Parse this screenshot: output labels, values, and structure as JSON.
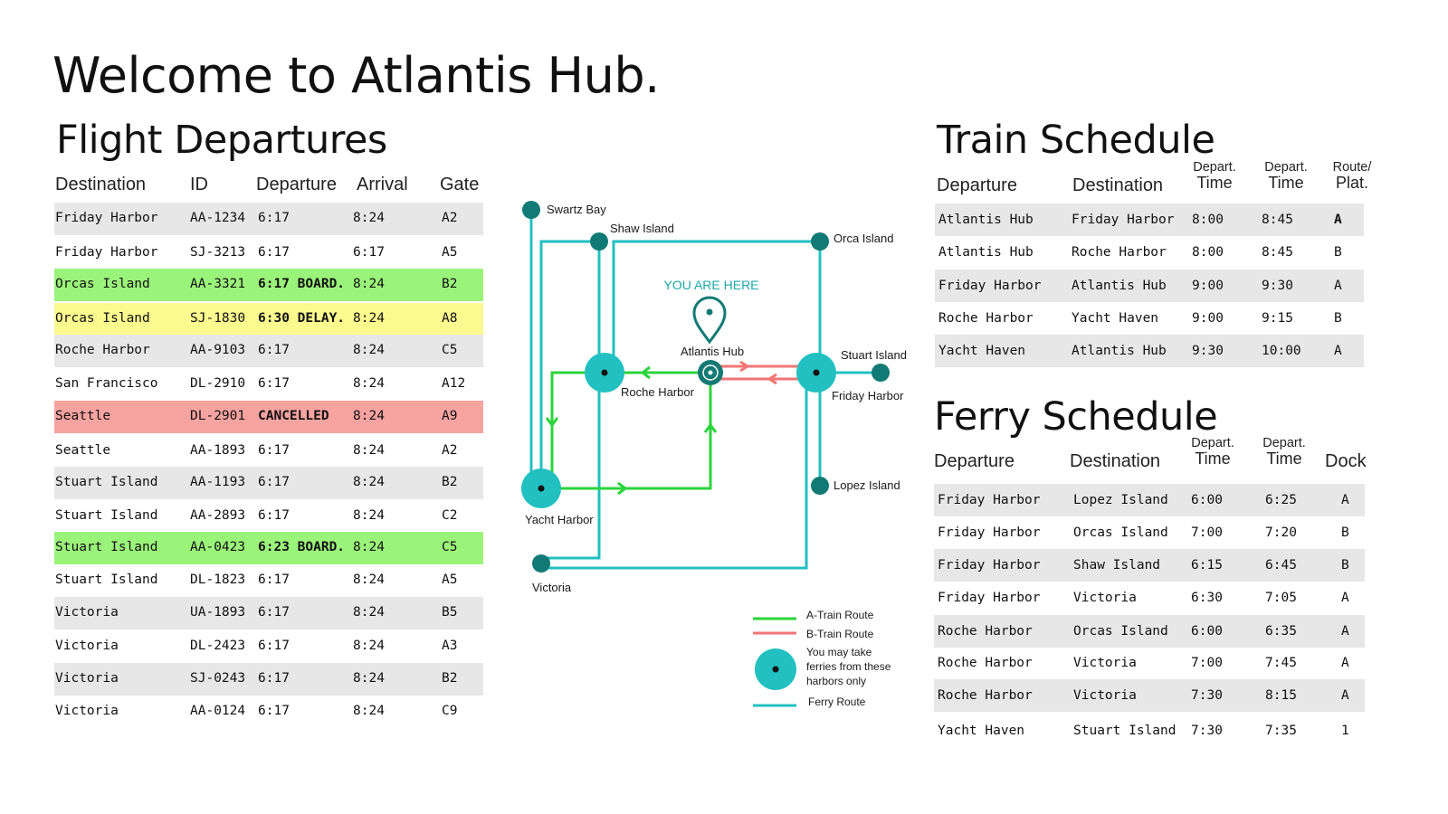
{
  "page": {
    "title": "Welcome to Atlantis Hub."
  },
  "flights": {
    "title": "Flight Departures",
    "headers": {
      "destination": "Destination",
      "id": "ID",
      "departure": "Departure",
      "arrival": "Arrival",
      "gate": "Gate"
    },
    "rows": [
      {
        "destination": "Friday Harbor",
        "id": "AA-1234",
        "departure": "6:17",
        "arrival": "8:24",
        "gate": "A2",
        "highlight": "gray"
      },
      {
        "destination": "Friday Harbor",
        "id": "SJ-3213",
        "departure": "6:17",
        "arrival": "6:17",
        "gate": "A5",
        "highlight": "none"
      },
      {
        "destination": "Orcas Island",
        "id": "AA-3321",
        "departure": "6:17 BOARD.",
        "arrival": "8:24",
        "gate": "B2",
        "highlight": "board"
      },
      {
        "destination": "Orcas Island",
        "id": "SJ-1830",
        "departure": "6:30 DELAY.",
        "arrival": "8:24",
        "gate": "A8",
        "highlight": "delay"
      },
      {
        "destination": "Roche Harbor",
        "id": "AA-9103",
        "departure": "6:17",
        "arrival": "8:24",
        "gate": "C5",
        "highlight": "gray"
      },
      {
        "destination": "San Francisco",
        "id": "DL-2910",
        "departure": "6:17",
        "arrival": "8:24",
        "gate": "A12",
        "highlight": "none"
      },
      {
        "destination": "Seattle",
        "id": "DL-2901",
        "departure": "CANCELLED",
        "arrival": "8:24",
        "gate": "A9",
        "highlight": "cancel"
      },
      {
        "destination": "Seattle",
        "id": "AA-1893",
        "departure": "6:17",
        "arrival": "8:24",
        "gate": "A2",
        "highlight": "none"
      },
      {
        "destination": "Stuart Island",
        "id": "AA-1193",
        "departure": "6:17",
        "arrival": "8:24",
        "gate": "B2",
        "highlight": "gray"
      },
      {
        "destination": "Stuart Island",
        "id": "AA-2893",
        "departure": "6:17",
        "arrival": "8:24",
        "gate": "C2",
        "highlight": "none"
      },
      {
        "destination": "Stuart Island",
        "id": "AA-0423",
        "departure": "6:23 BOARD.",
        "arrival": "8:24",
        "gate": "C5",
        "highlight": "board"
      },
      {
        "destination": "Stuart Island",
        "id": "DL-1823",
        "departure": "6:17",
        "arrival": "8:24",
        "gate": "A5",
        "highlight": "none"
      },
      {
        "destination": "Victoria",
        "id": "UA-1893",
        "departure": "6:17",
        "arrival": "8:24",
        "gate": "B5",
        "highlight": "gray"
      },
      {
        "destination": "Victoria",
        "id": "DL-2423",
        "departure": "6:17",
        "arrival": "8:24",
        "gate": "A3",
        "highlight": "none"
      },
      {
        "destination": "Victoria",
        "id": "SJ-0243",
        "departure": "6:17",
        "arrival": "8:24",
        "gate": "B2",
        "highlight": "gray"
      },
      {
        "destination": "Victoria",
        "id": "AA-0124",
        "departure": "6:17",
        "arrival": "8:24",
        "gate": "C9",
        "highlight": "none"
      }
    ]
  },
  "map": {
    "you_are_here": "YOU ARE HERE",
    "stations": {
      "swartz_bay": "Swartz Bay",
      "shaw_island": "Shaw Island",
      "orca_island": "Orca Island",
      "atlantis_hub": "Atlantis Hub",
      "stuart_island": "Stuart Island",
      "roche_harbor": "Roche Harbor",
      "friday_harbor": "Friday Harbor",
      "lopez_island": "Lopez Island",
      "yacht_harbor": "Yacht Harbor",
      "victoria": "Victoria"
    },
    "legend": {
      "a_train": "A-Train Route",
      "b_train": "B-Train Route",
      "ferry_harbor_line1": "You may take",
      "ferry_harbor_line2": "ferries from these",
      "ferry_harbor_line3": "harbors only",
      "ferry_route": "Ferry Route"
    },
    "colors": {
      "a_train": "#2ad43a",
      "b_train": "#f27575",
      "ferry": "#22c0c0",
      "station": "#127a74"
    }
  },
  "trains": {
    "title": "Train Schedule",
    "headers": {
      "departure": "Departure",
      "destination": "Destination",
      "depart_top": "Depart.",
      "time": "Time",
      "arrive_top": "Depart.",
      "time2": "Time",
      "route_top": "Route/",
      "route_bottom": "Plat."
    },
    "rows": [
      {
        "departure": "Atlantis Hub",
        "destination": "Friday Harbor",
        "depart_time": "8:00",
        "arrive_time": "8:45",
        "route": "A",
        "highlight": "gray"
      },
      {
        "departure": "Atlantis Hub",
        "destination": "Roche Harbor",
        "depart_time": "8:00",
        "arrive_time": "8:45",
        "route": "B",
        "highlight": "none"
      },
      {
        "departure": "Friday Harbor",
        "destination": "Atlantis Hub",
        "depart_time": "9:00",
        "arrive_time": "9:30",
        "route": "A",
        "highlight": "gray"
      },
      {
        "departure": "Roche Harbor",
        "destination": "Yacht Haven",
        "depart_time": "9:00",
        "arrive_time": "9:15",
        "route": "B",
        "highlight": "none"
      },
      {
        "departure": "Yacht Haven",
        "destination": "Atlantis Hub",
        "depart_time": "9:30",
        "arrive_time": "10:00",
        "route": "A",
        "highlight": "gray"
      }
    ]
  },
  "ferries": {
    "title": "Ferry Schedule",
    "headers": {
      "departure": "Departure",
      "destination": "Destination",
      "depart_top": "Depart.",
      "time": "Time",
      "arrive_top": "Depart.",
      "time2": "Time",
      "dock": "Dock"
    },
    "rows": [
      {
        "departure": "Friday Harbor",
        "destination": "Lopez Island",
        "depart_time": "6:00",
        "arrive_time": "6:25",
        "dock": "A",
        "highlight": "gray"
      },
      {
        "departure": "Friday Harbor",
        "destination": "Orcas Island",
        "depart_time": "7:00",
        "arrive_time": "7:20",
        "dock": "B",
        "highlight": "none"
      },
      {
        "departure": "Friday Harbor",
        "destination": "Shaw Island",
        "depart_time": "6:15",
        "arrive_time": "6:45",
        "dock": "B",
        "highlight": "gray"
      },
      {
        "departure": "Friday Harbor",
        "destination": "Victoria",
        "depart_time": "6:30",
        "arrive_time": "7:05",
        "dock": "A",
        "highlight": "none"
      },
      {
        "departure": "Roche Harbor",
        "destination": "Orcas Island",
        "depart_time": "6:00",
        "arrive_time": "6:35",
        "dock": "A",
        "highlight": "gray"
      },
      {
        "departure": "Roche Harbor",
        "destination": "Victoria",
        "depart_time": "7:00",
        "arrive_time": "7:45",
        "dock": "A",
        "highlight": "none"
      },
      {
        "departure": "Roche Harbor",
        "destination": "Victoria",
        "depart_time": "7:30",
        "arrive_time": "8:15",
        "dock": "A",
        "highlight": "gray"
      },
      {
        "departure": "Yacht Haven",
        "destination": "Stuart Island",
        "depart_time": "7:30",
        "arrive_time": "7:35",
        "dock": "1",
        "highlight": "none"
      }
    ]
  }
}
